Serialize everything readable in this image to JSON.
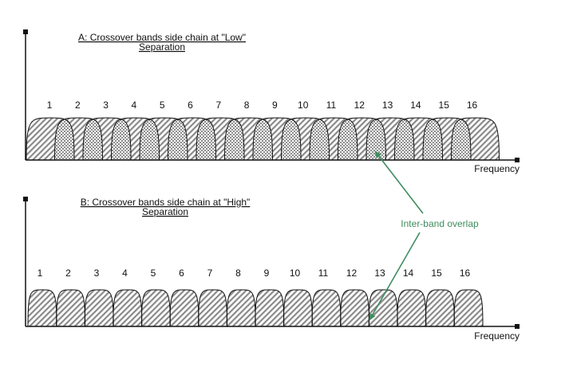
{
  "panels": [
    {
      "id": "a",
      "title_lines": [
        "A: Crossover bands side chain at \"Low\"",
        "Separation"
      ],
      "x_label": "Frequency",
      "bands": [
        "1",
        "2",
        "3",
        "4",
        "5",
        "6",
        "7",
        "8",
        "9",
        "10",
        "11",
        "12",
        "13",
        "14",
        "15",
        "16"
      ]
    },
    {
      "id": "b",
      "title_lines": [
        "B: Crossover bands side chain at \"High\"",
        "Separation"
      ],
      "x_label": "Frequency",
      "bands": [
        "1",
        "2",
        "3",
        "4",
        "5",
        "6",
        "7",
        "8",
        "9",
        "10",
        "11",
        "12",
        "13",
        "14",
        "15",
        "16"
      ]
    }
  ],
  "callout": {
    "label": "Inter-band overlap"
  },
  "colors": {
    "callout": "#3f8c5f",
    "line": "#111111",
    "background": "#ffffff"
  }
}
